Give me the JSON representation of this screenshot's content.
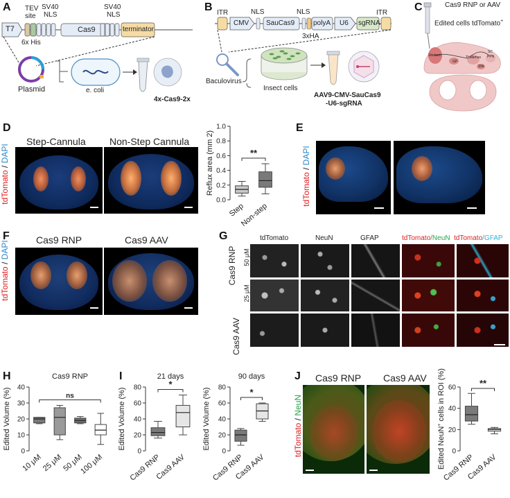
{
  "panelA": {
    "letter": "A",
    "t7": "T7",
    "tev": "TEV",
    "site": "site",
    "sv40_1": "SV40",
    "nls_1": "NLS",
    "cas9": "Cas9",
    "sv40_2": "SV40",
    "nls_2": "NLS",
    "terminator": "terminator",
    "his": "6x His",
    "plasmid": "Plasmid",
    "ecoli": "e. coli",
    "product": "4x-Cas9-2x"
  },
  "panelB": {
    "letter": "B",
    "itr1": "ITR",
    "nls1": "NLS",
    "nls2": "NLS",
    "itr2": "ITR",
    "cmv": "CMV",
    "saucas9": "SauCas9",
    "polya": "polyA",
    "u6": "U6",
    "sgrna": "sgRNA",
    "ha": "3xHA",
    "baculovirus": "Baculovirus",
    "insect": "Insect cells",
    "product1": "AAV9-CMV-SauCas9",
    "product2": "-U6-sgRNA"
  },
  "panelC": {
    "letter": "C",
    "title1": "Cas9 RNP or AAV",
    "title2": "Edited cells tdTomato",
    "title2_sup": "+",
    "regions": [
      "Striatum",
      "GP",
      "Thalamus",
      "SC",
      "PPN",
      "SNr"
    ]
  },
  "panelD": {
    "letter": "D",
    "img1": "Step-Cannula",
    "img2": "Non-Step Cannula",
    "side_red": "tdTomato",
    "side_sep": " / ",
    "side_blue": "DAPI"
  },
  "panelE": {
    "letter": "E",
    "side_red": "tdTomato",
    "side_sep": " / ",
    "side_blue": "DAPI"
  },
  "panelF": {
    "letter": "F",
    "img1": "Cas9 RNP",
    "img2": "Cas9 AAV",
    "side_red": "tdTomato",
    "side_sep": " / ",
    "side_blue": "DAPI"
  },
  "panelG": {
    "letter": "G",
    "cols": [
      "tdTomato",
      "NeuN",
      "GFAP"
    ],
    "merge1_a": "tdTomato",
    "merge1_b": "/NeuN",
    "merge2_a": "tdTomato",
    "merge2_b": "/GFAP",
    "row_rnp": "Cas9 RNP",
    "row_aav": "Cas9 AAV",
    "conc1": "50 μM",
    "conc2": "25 μM"
  },
  "panelJ": {
    "letter": "J",
    "img1": "Cas9 RNP",
    "img2": "Cas9 AAV",
    "side_red": "tdTomato",
    "side_sep": " / ",
    "side_green": "NeuN"
  },
  "panelH": {
    "letter": "H"
  },
  "panelI": {
    "letter": "I"
  },
  "chart_data": [
    {
      "id": "D",
      "type": "box",
      "ylabel": "Reflux area (mm 2)",
      "ylim": [
        0,
        1.0
      ],
      "yticks": [
        "0.0",
        "0.2",
        "0.4",
        "0.6",
        "0.8",
        "1.0"
      ],
      "categories": [
        "Step",
        "Non-step"
      ],
      "boxes": [
        {
          "min": 0.05,
          "q1": 0.09,
          "median": 0.14,
          "q3": 0.19,
          "max": 0.25,
          "color": "#c8c8c8"
        },
        {
          "min": 0.08,
          "q1": 0.17,
          "median": 0.26,
          "q3": 0.38,
          "max": 0.49,
          "color": "#7a7a7a"
        }
      ],
      "significance": "**"
    },
    {
      "id": "H",
      "type": "box",
      "title": "Cas9 RNP",
      "ylabel": "Edited Volume (%)",
      "ylim": [
        0,
        40
      ],
      "yticks": [
        "0",
        "10",
        "20",
        "30",
        "40"
      ],
      "categories": [
        "10 μM",
        "25 μM",
        "50 μM",
        "100 μM"
      ],
      "boxes": [
        {
          "min": 17,
          "q1": 17.5,
          "median": 20,
          "q3": 21,
          "max": 21,
          "color": "#7a7a7a"
        },
        {
          "min": 7,
          "q1": 10,
          "median": 21,
          "q3": 27,
          "max": 28.5,
          "color": "#9a9a9a"
        },
        {
          "min": 17,
          "q1": 17.5,
          "median": 19,
          "q3": 20.5,
          "max": 21.5,
          "color": "#6f6f6f"
        },
        {
          "min": 4,
          "q1": 10,
          "median": 13,
          "q3": 16.5,
          "max": 23.5,
          "color": "#ffffff"
        }
      ],
      "significance": "ns"
    },
    {
      "id": "I-21",
      "type": "box",
      "title": "21 days",
      "ylabel": "Edited Volume (%)",
      "ylim": [
        0,
        80
      ],
      "yticks": [
        "0",
        "20",
        "40",
        "60",
        "80"
      ],
      "categories": [
        "Cas9 RNP",
        "Cas9 AAV"
      ],
      "boxes": [
        {
          "min": 16,
          "q1": 19,
          "median": 23,
          "q3": 29,
          "max": 37,
          "color": "#7a7a7a"
        },
        {
          "min": 20,
          "q1": 30,
          "median": 48,
          "q3": 57,
          "max": 70,
          "color": "#e6e6e6"
        }
      ],
      "significance": "*"
    },
    {
      "id": "I-90",
      "type": "box",
      "title": "90 days",
      "ylabel": "Edited Volume (%)",
      "ylim": [
        0,
        80
      ],
      "yticks": [
        "0",
        "20",
        "40",
        "60",
        "80"
      ],
      "categories": [
        "Cas9 RNP",
        "Cas9 AAV"
      ],
      "boxes": [
        {
          "min": 7,
          "q1": 12,
          "median": 20,
          "q3": 26,
          "max": 28,
          "color": "#7a7a7a"
        },
        {
          "min": 37,
          "q1": 40,
          "median": 50,
          "q3": 59,
          "max": 60,
          "color": "#e6e6e6"
        }
      ],
      "significance": "*"
    },
    {
      "id": "J",
      "type": "box",
      "ylabel": "Edited NeuN+ cells in ROI (%)",
      "ylabel_main": "Edited NeuN",
      "ylabel_sup": "+",
      "ylabel_rest": " cells in ROI (%)",
      "ylim": [
        0,
        60
      ],
      "yticks": [
        "0",
        "20",
        "40",
        "60"
      ],
      "categories": [
        "Cas9 RNP",
        "Cas9 AAV"
      ],
      "boxes": [
        {
          "min": 25,
          "q1": 28,
          "median": 34,
          "q3": 42,
          "max": 54,
          "color": "#7a7a7a"
        },
        {
          "min": 16,
          "q1": 18.5,
          "median": 20,
          "q3": 21,
          "max": 22,
          "color": "#e6e6e6"
        }
      ],
      "significance": "**"
    }
  ]
}
